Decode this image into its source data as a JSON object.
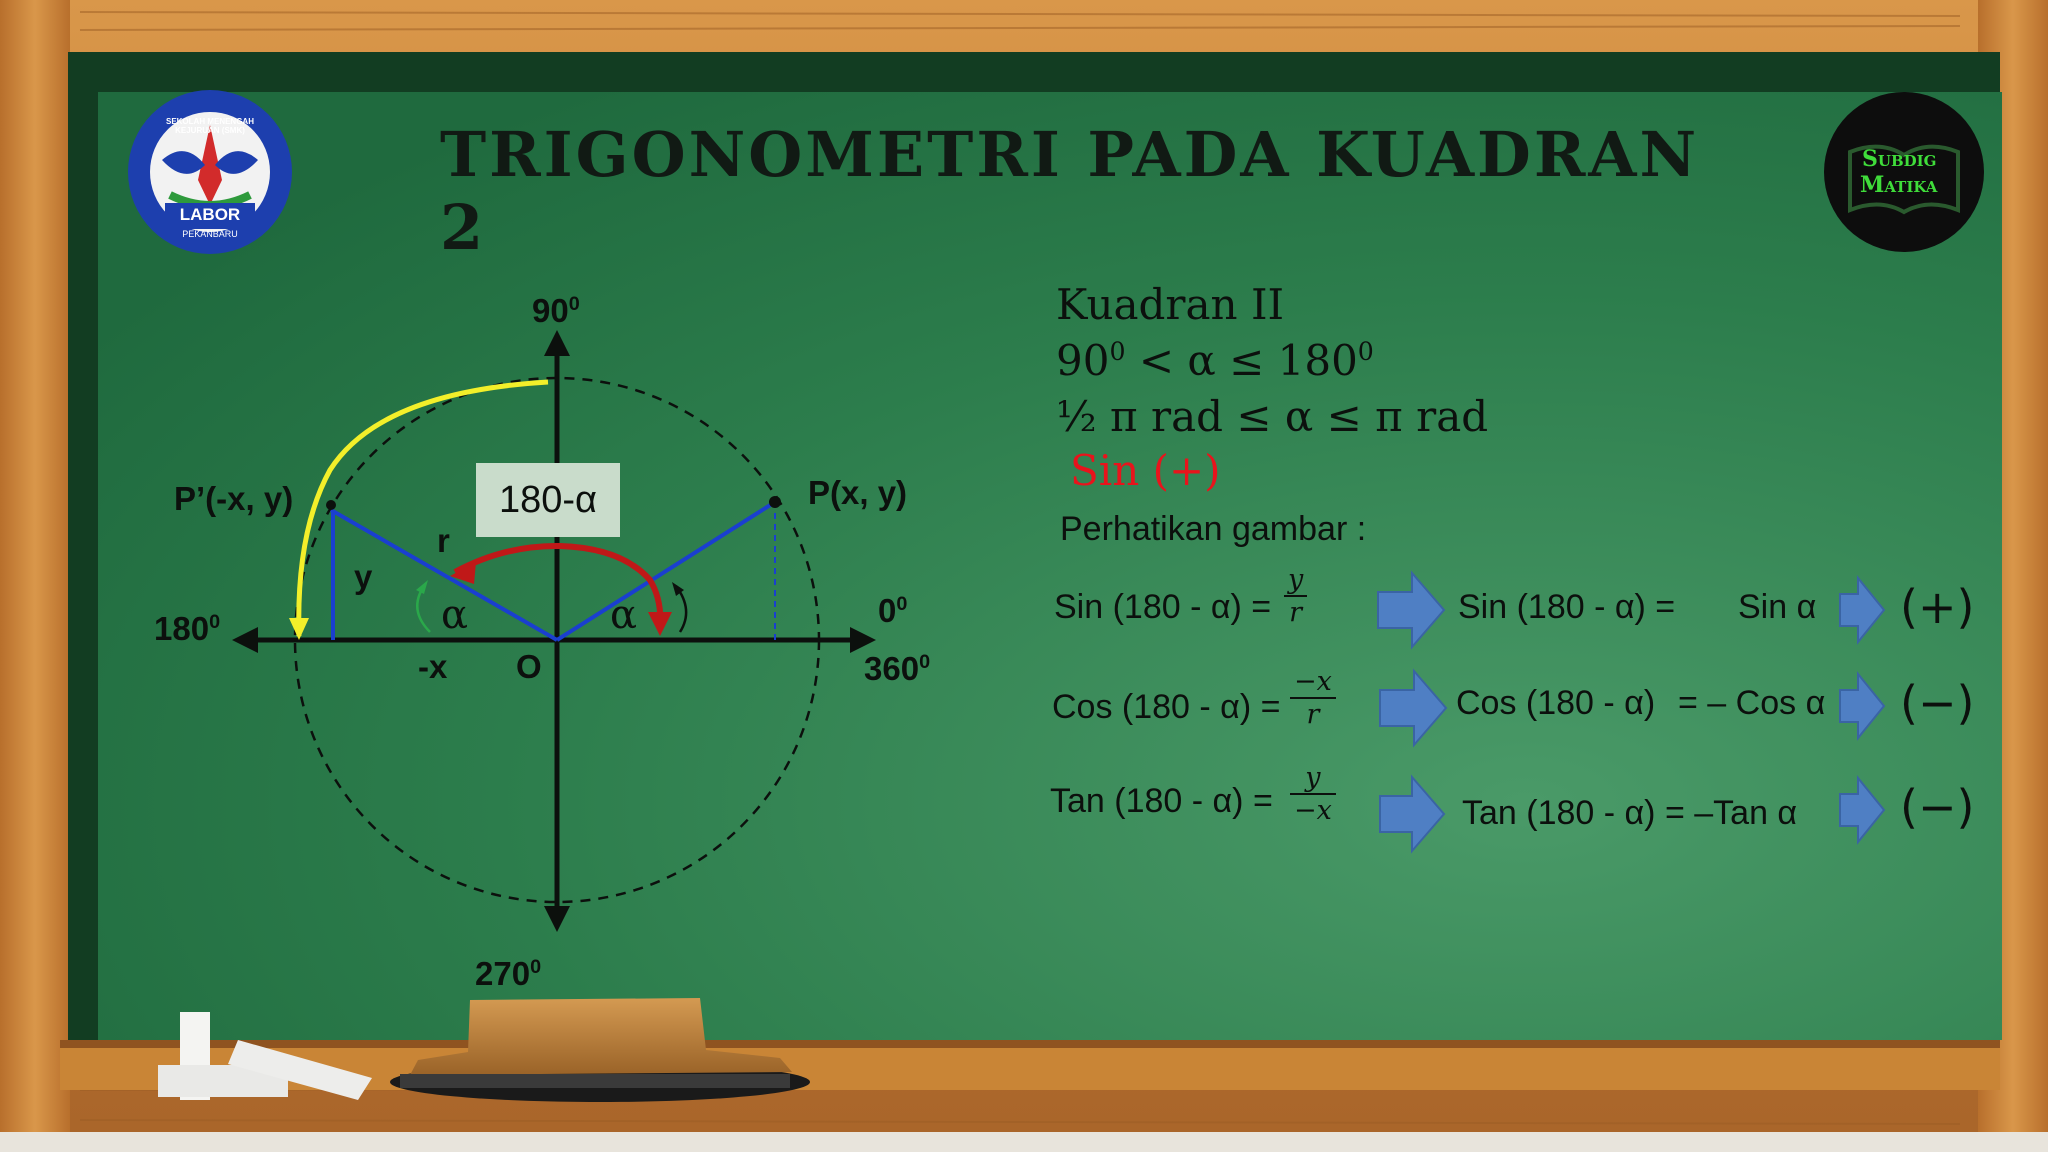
{
  "title": "TRIGONOMETRI PADA KUADRAN 2",
  "logo_left": {
    "text_top": "SEKOLAH MENENGAH KEJURUAN (SMK)",
    "text_main": "LABOR",
    "text_sub": "PEKANBARU"
  },
  "logo_right": {
    "line1": "Subdig",
    "line2": "Matika"
  },
  "info": {
    "heading": "Kuadran II",
    "range_deg_a": "90",
    "range_deg_sup": "0",
    "range_deg_mid": " < α ≤ 180",
    "range_rad": "½ π rad ≤ α ≤ π rad",
    "sign_note": "Sin (+)",
    "instruction": "Perhatikan gambar :"
  },
  "formulas": [
    {
      "left": "Sin (180 - α) =",
      "num": "y",
      "den": "r",
      "right_a": "Sin (180 - α) =",
      "right_b": "Sin α",
      "sign": "(+)"
    },
    {
      "left": "Cos (180 - α) =",
      "num": "−x",
      "den": "r",
      "right_a": "Cos (180 - α)",
      "right_b": "= – Cos α",
      "sign": "(−)"
    },
    {
      "left": "Tan (180 - α) =",
      "num": "y",
      "den": "−x",
      "right_a": "Tan (180 - α) = –Tan α",
      "right_b": "",
      "sign": "(−)"
    }
  ],
  "diagram": {
    "label_90": "90",
    "label_0": "0",
    "label_180": "180",
    "label_360": "360",
    "label_270": "270",
    "deg_sup": "0",
    "p_prime": "P’(-x, y)",
    "p": "P(x, y)",
    "label_r": "r",
    "label_y": "y",
    "label_negx": "-x",
    "label_o": "O",
    "alpha": "α",
    "callout": "180-α"
  },
  "colors": {
    "board": "#2a7a48",
    "frame": "#c8873a",
    "blue_line": "#1a3fd0",
    "yellow_arc": "#f3ef2a",
    "red_arc": "#c01818",
    "red_text": "#e8141c",
    "arrow_fill": "#4f7fc4"
  }
}
